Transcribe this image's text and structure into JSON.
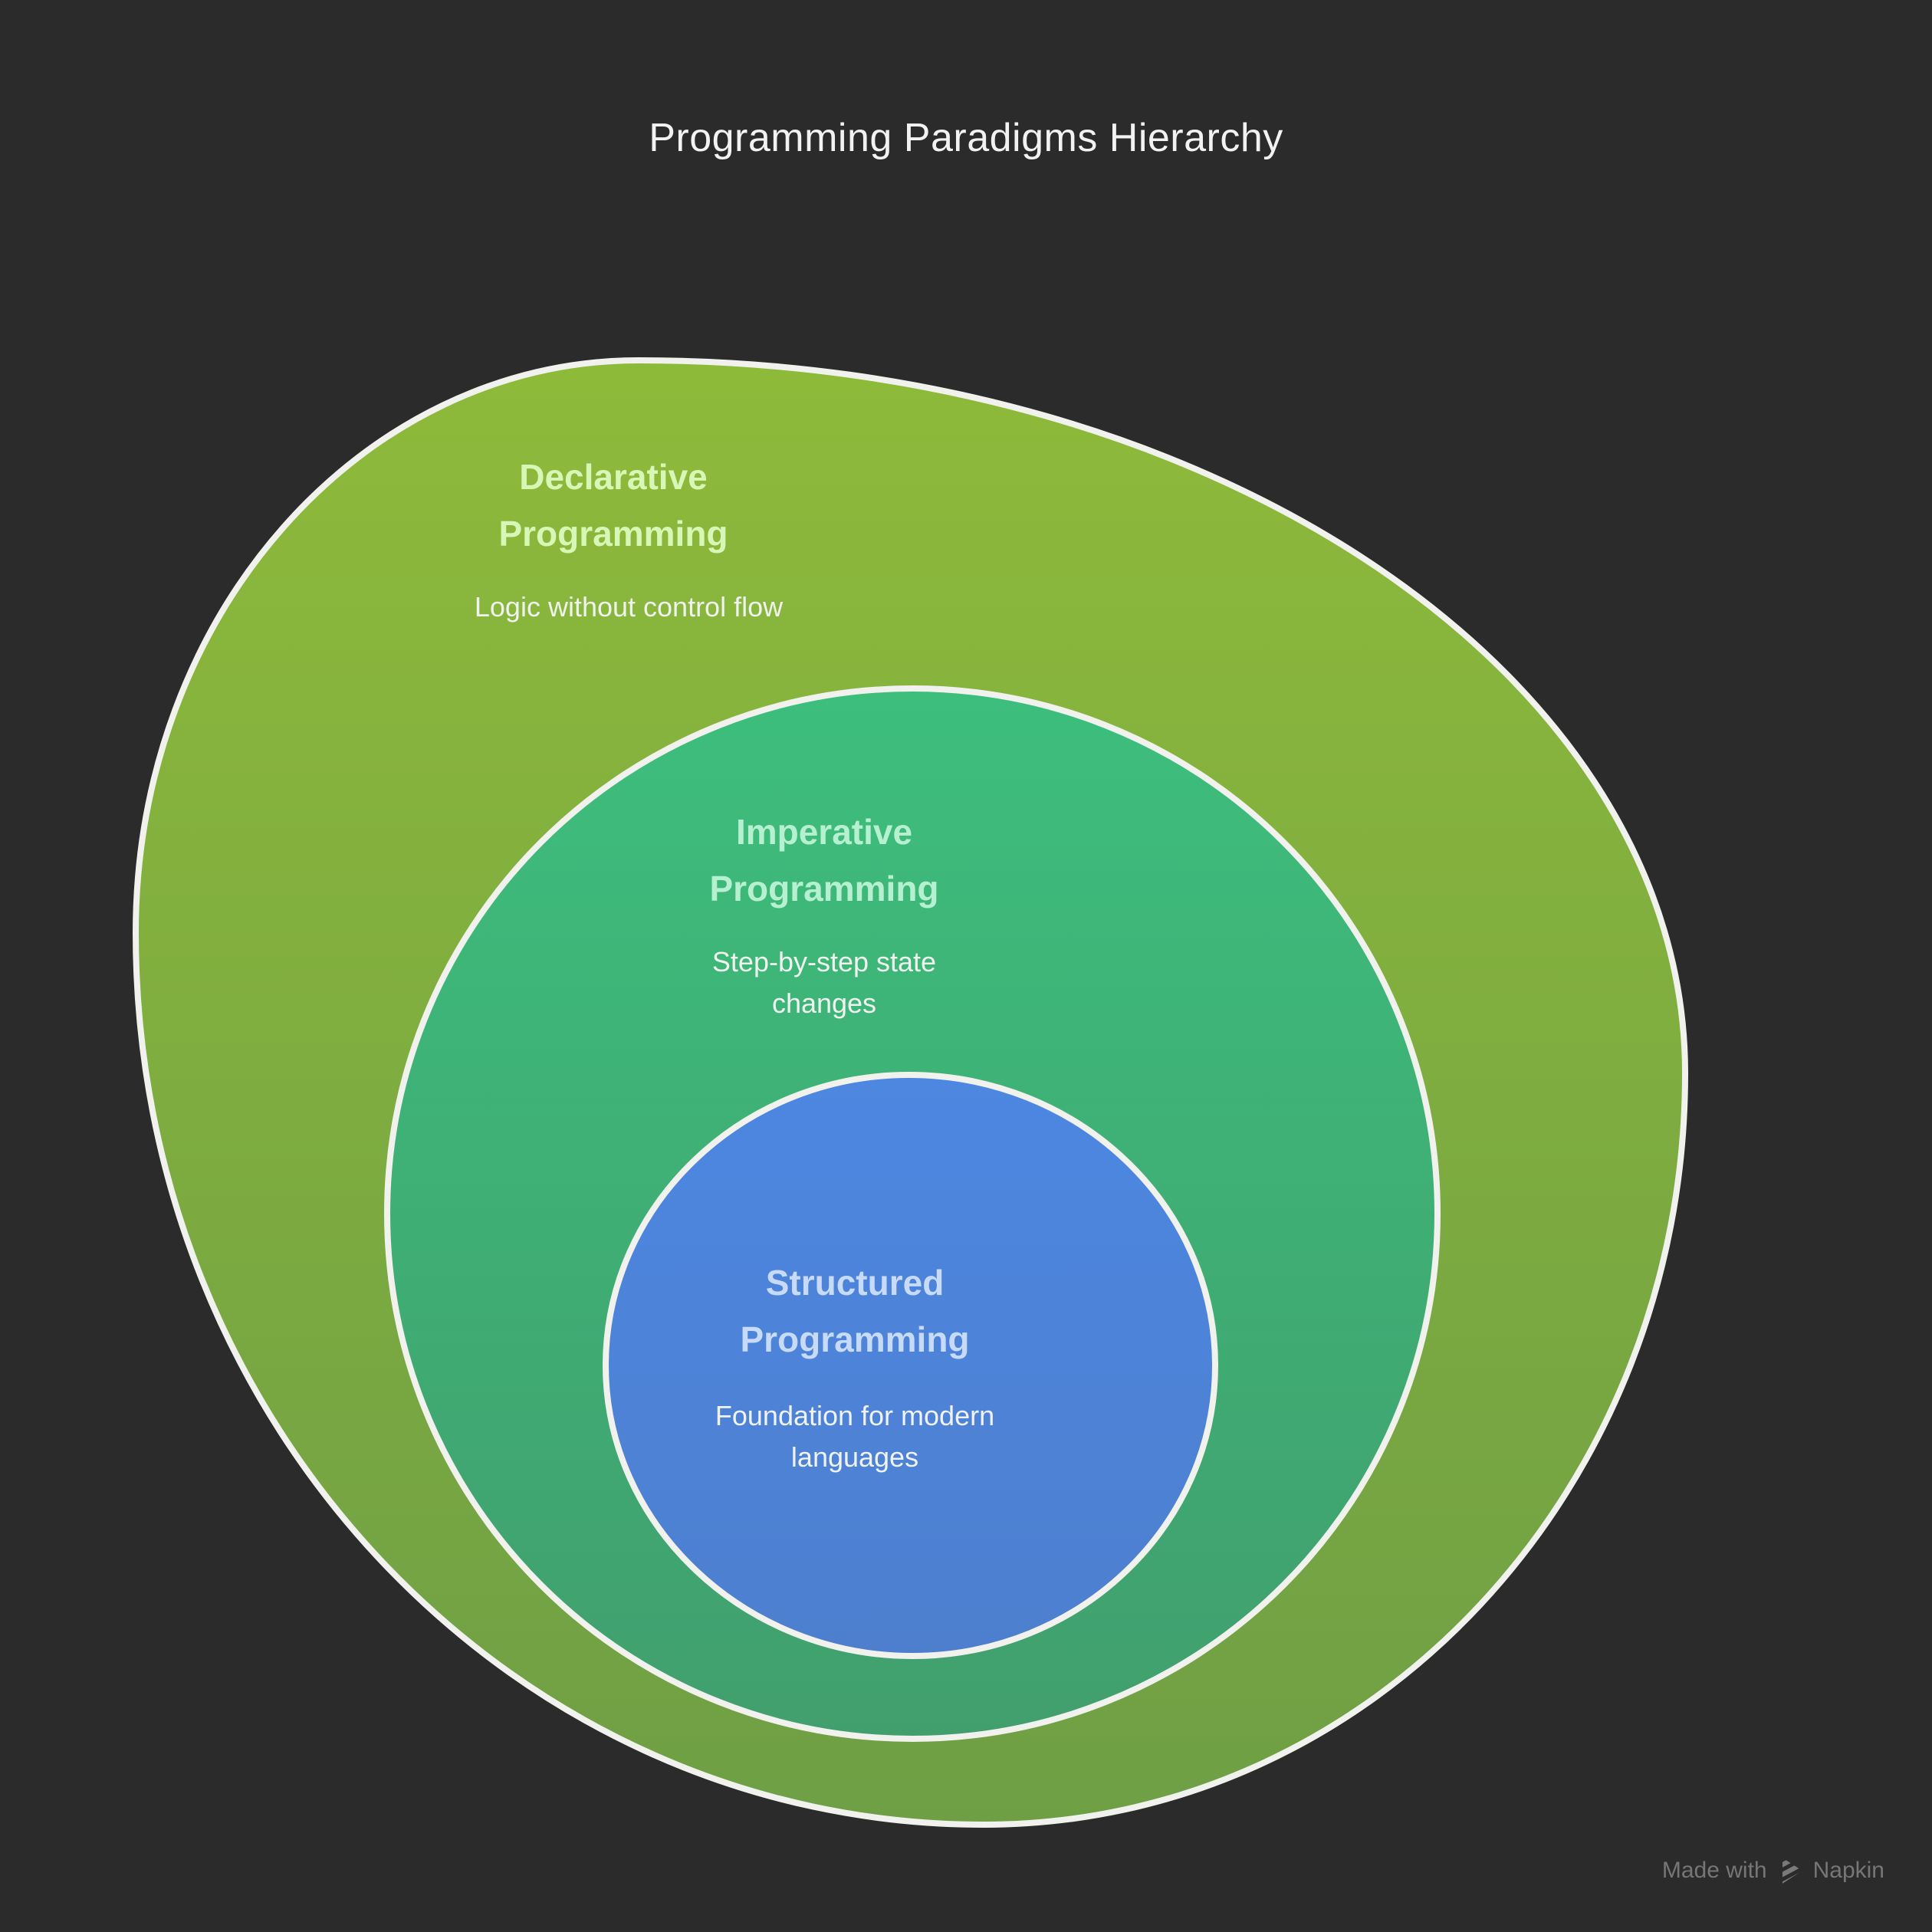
{
  "title": "Programming Paradigms Hierarchy",
  "background_color": "#2b2b2b",
  "stroke_color": "#f1f2ee",
  "rings": [
    {
      "name": "Declarative Programming",
      "description": "Logic without control flow",
      "gradient_top": "#8eba3a",
      "gradient_bottom": "#6f9f45",
      "label_color": "#d7f7b6",
      "description_color": "#f0f2ef"
    },
    {
      "name": "Imperative Programming",
      "description": "Step-by-step state changes",
      "gradient_top": "#3dbe7c",
      "gradient_bottom": "#419f6e",
      "label_color": "#b7f0d0",
      "description_color": "#f0f2ef"
    },
    {
      "name": "Structured Programming",
      "description": "Foundation for modern languages",
      "gradient_top": "#4d87e1",
      "gradient_bottom": "#4d7fce",
      "label_color": "#c7daf7",
      "description_color": "#f0f2ef"
    }
  ],
  "watermark": {
    "prefix": "Made with",
    "brand": "Napkin"
  }
}
